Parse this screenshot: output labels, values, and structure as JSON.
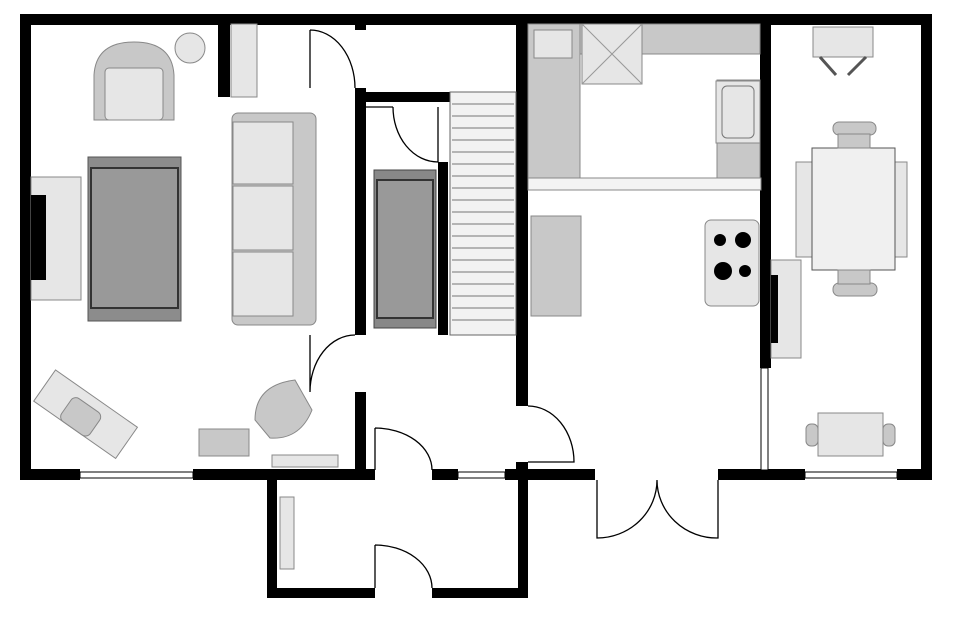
{
  "colors": {
    "wall": "#000000",
    "furniture": "#c8c8c8",
    "furniture_light": "#e6e6e6",
    "rug": "#8c8c8c",
    "background": "#ffffff"
  },
  "rooms": [
    "living-room",
    "hallway",
    "staircase",
    "kitchen",
    "dining-room",
    "entrance-porch"
  ]
}
